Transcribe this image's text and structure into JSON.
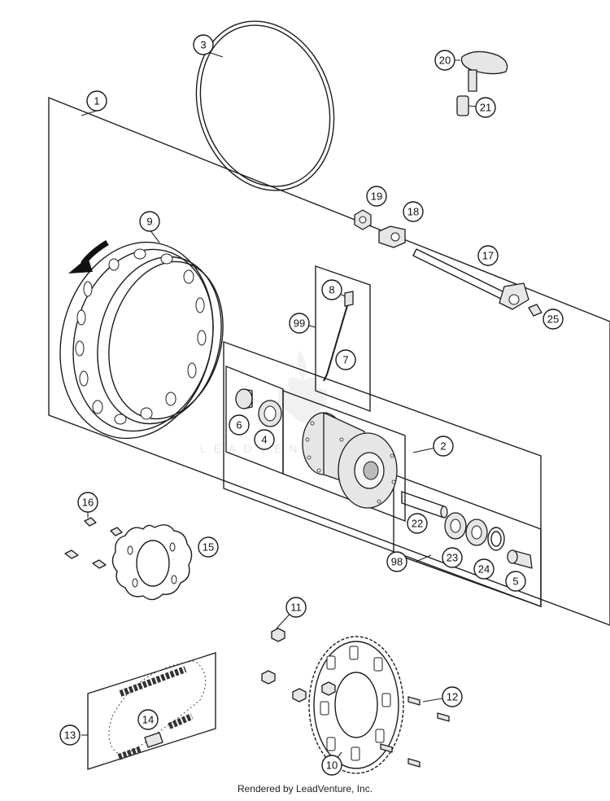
{
  "diagram": {
    "callouts": [
      "1",
      "2",
      "3",
      "4",
      "5",
      "6",
      "7",
      "8",
      "9",
      "10",
      "11",
      "12",
      "13",
      "14",
      "15",
      "16",
      "17",
      "18",
      "19",
      "20",
      "21",
      "22",
      "23",
      "24",
      "25",
      "98",
      "99"
    ],
    "watermark": "LEADVENTURE"
  },
  "footer": {
    "text": "Rendered by LeadVenture, Inc."
  }
}
